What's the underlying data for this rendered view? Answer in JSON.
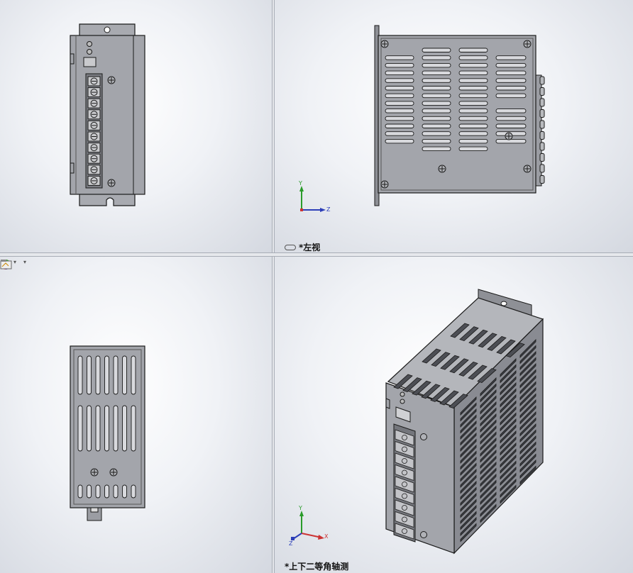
{
  "viewports": {
    "top_right": {
      "label": "*左视"
    },
    "bottom_right": {
      "label": "*上下二等角轴测"
    }
  },
  "triad": {
    "y": "Y",
    "z": "Z",
    "x": "X"
  },
  "toolbar": {
    "items": [
      {
        "icon": "appearance-icon"
      },
      {
        "icon": "scene-icon"
      },
      {
        "icon": "view-settings-icon"
      }
    ]
  },
  "colors": {
    "part_fill": "#a3a5ab",
    "part_dark": "#6e7077",
    "edge": "#1a1a1a",
    "slot": "#d8d9dd"
  }
}
